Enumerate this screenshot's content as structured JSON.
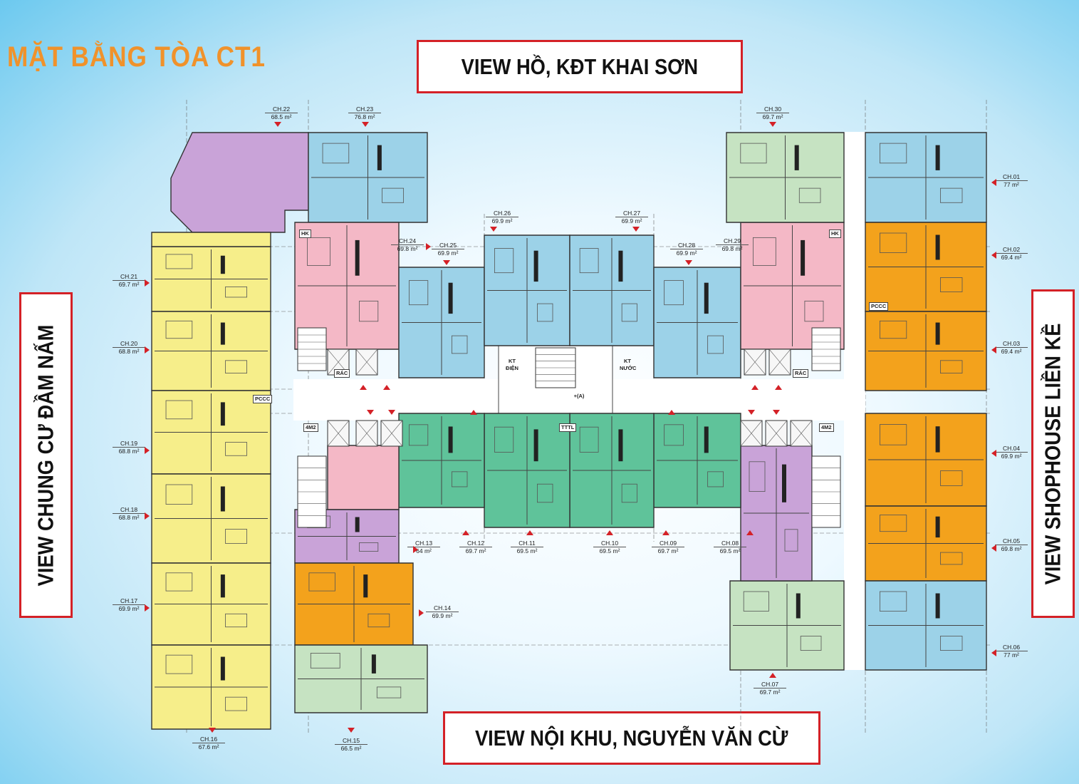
{
  "title": "MẶT BẰNG TÒA CT1",
  "views": {
    "top": "VIEW HỒ, KĐT KHAI SƠN",
    "bottom": "VIEW NỘI KHU, NGUYỄN VĂN CỪ",
    "left": "VIEW CHUNG CƯ ĐẦM NẤM",
    "right": "VIEW SHOPHOUSE LIỀN KỀ"
  },
  "colors": {
    "yellow": "#f6ee8a",
    "purple": "#c9a3d8",
    "blue": "#9cd2e8",
    "pink": "#f4b8c6",
    "orange": "#f3a21c",
    "green": "#5fc39a",
    "lightgreen": "#c6e3c2",
    "accent": "#d42127",
    "title": "#f0922b"
  },
  "units": [
    {
      "code": "CH.01",
      "area": "77 m²"
    },
    {
      "code": "CH.02",
      "area": "69.4 m²"
    },
    {
      "code": "CH.03",
      "area": "69.4 m²"
    },
    {
      "code": "CH.04",
      "area": "69.9 m²"
    },
    {
      "code": "CH.05",
      "area": "69.8 m²"
    },
    {
      "code": "CH.06",
      "area": "77 m²"
    },
    {
      "code": "CH.07",
      "area": "69.7 m²"
    },
    {
      "code": "CH.08",
      "area": "69.5 m²"
    },
    {
      "code": "CH.09",
      "area": "69.7 m²"
    },
    {
      "code": "CH.10",
      "area": "69.5 m²"
    },
    {
      "code": "CH.11",
      "area": "69.5 m²"
    },
    {
      "code": "CH.12",
      "area": "69.7 m²"
    },
    {
      "code": "CH.13",
      "area": "64 m²"
    },
    {
      "code": "CH.14",
      "area": "69.9 m²"
    },
    {
      "code": "CH.15",
      "area": "66.5 m²"
    },
    {
      "code": "CH.16",
      "area": "67.6 m²"
    },
    {
      "code": "CH.17",
      "area": "69.9 m²"
    },
    {
      "code": "CH.18",
      "area": "68.8 m²"
    },
    {
      "code": "CH.19",
      "area": "68.8 m²"
    },
    {
      "code": "CH.20",
      "area": "68.8 m²"
    },
    {
      "code": "CH.21",
      "area": "69.7 m²"
    },
    {
      "code": "CH.22",
      "area": "68.5 m²"
    },
    {
      "code": "CH.23",
      "area": "76.8 m²"
    },
    {
      "code": "CH.24",
      "area": "69.8 m²"
    },
    {
      "code": "CH.25",
      "area": "69.9 m²"
    },
    {
      "code": "CH.26",
      "area": "69.9 m²"
    },
    {
      "code": "CH.27",
      "area": "69.9 m²"
    },
    {
      "code": "CH.28",
      "area": "69.9 m²"
    },
    {
      "code": "CH.29",
      "area": "69.8 m²"
    },
    {
      "code": "CH.30",
      "area": "69.7 m²"
    }
  ],
  "tags": {
    "hk": "HK",
    "rac": "RÁC",
    "pccc": "PCCC",
    "kt_dien": "KT ĐIỆN",
    "kt_nuoc": "KT NƯỚC",
    "axis_a": "+(A)",
    "m42": "4M2",
    "tttl": "TTTL"
  }
}
